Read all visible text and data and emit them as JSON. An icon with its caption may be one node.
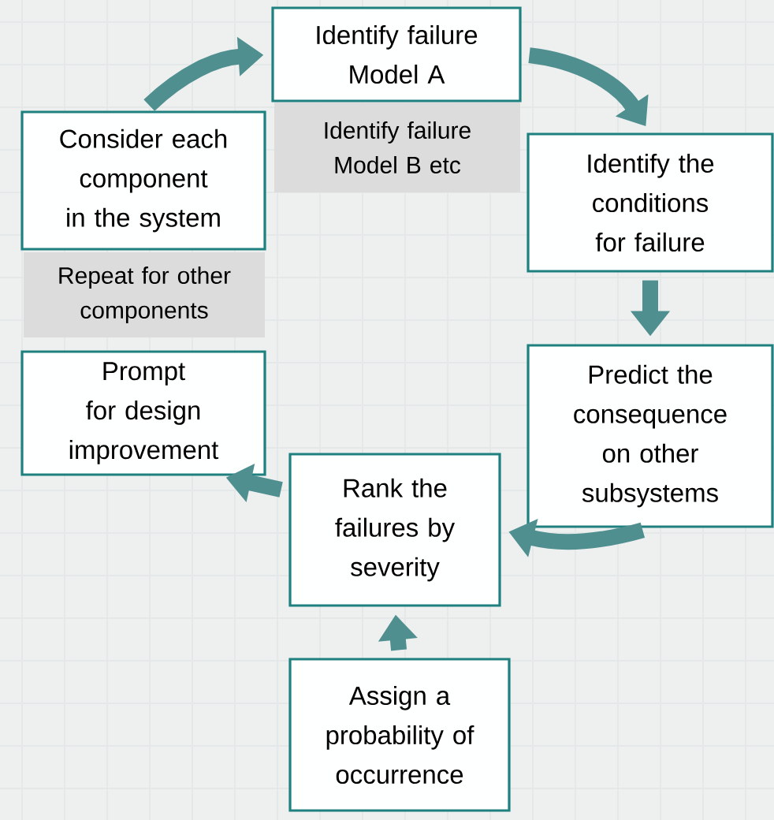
{
  "diagram": {
    "nodes": [
      {
        "text": [
          "Identify failure Model A"
        ]
      },
      {
        "text": [
          "Identify failure Model B etc"
        ]
      },
      {
        "text": [
          "Consider each component in the system"
        ]
      },
      {
        "text": [
          "Repeat for other components"
        ]
      },
      {
        "text": [
          "Identify the conditions for failure"
        ]
      },
      {
        "text": [
          "Prompt for design improvement"
        ]
      },
      {
        "text": [
          "Predict the consequence on other subsystems"
        ]
      },
      {
        "text": [
          "Rank the failures by severity"
        ]
      },
      {
        "text": [
          "Assign a probability of occurrence"
        ]
      }
    ],
    "edges": [
      {
        "from": 2,
        "to": 0,
        "arrow": "to"
      },
      {
        "from": 0,
        "to": 4,
        "arrow": "to"
      },
      {
        "from": 4,
        "to": 6,
        "arrow": "to"
      },
      {
        "from": 6,
        "to": 7,
        "arrow": "to"
      },
      {
        "from": 8,
        "to": 7,
        "arrow": "to"
      },
      {
        "from": 7,
        "to": 5,
        "arrow": "to"
      }
    ]
  }
}
